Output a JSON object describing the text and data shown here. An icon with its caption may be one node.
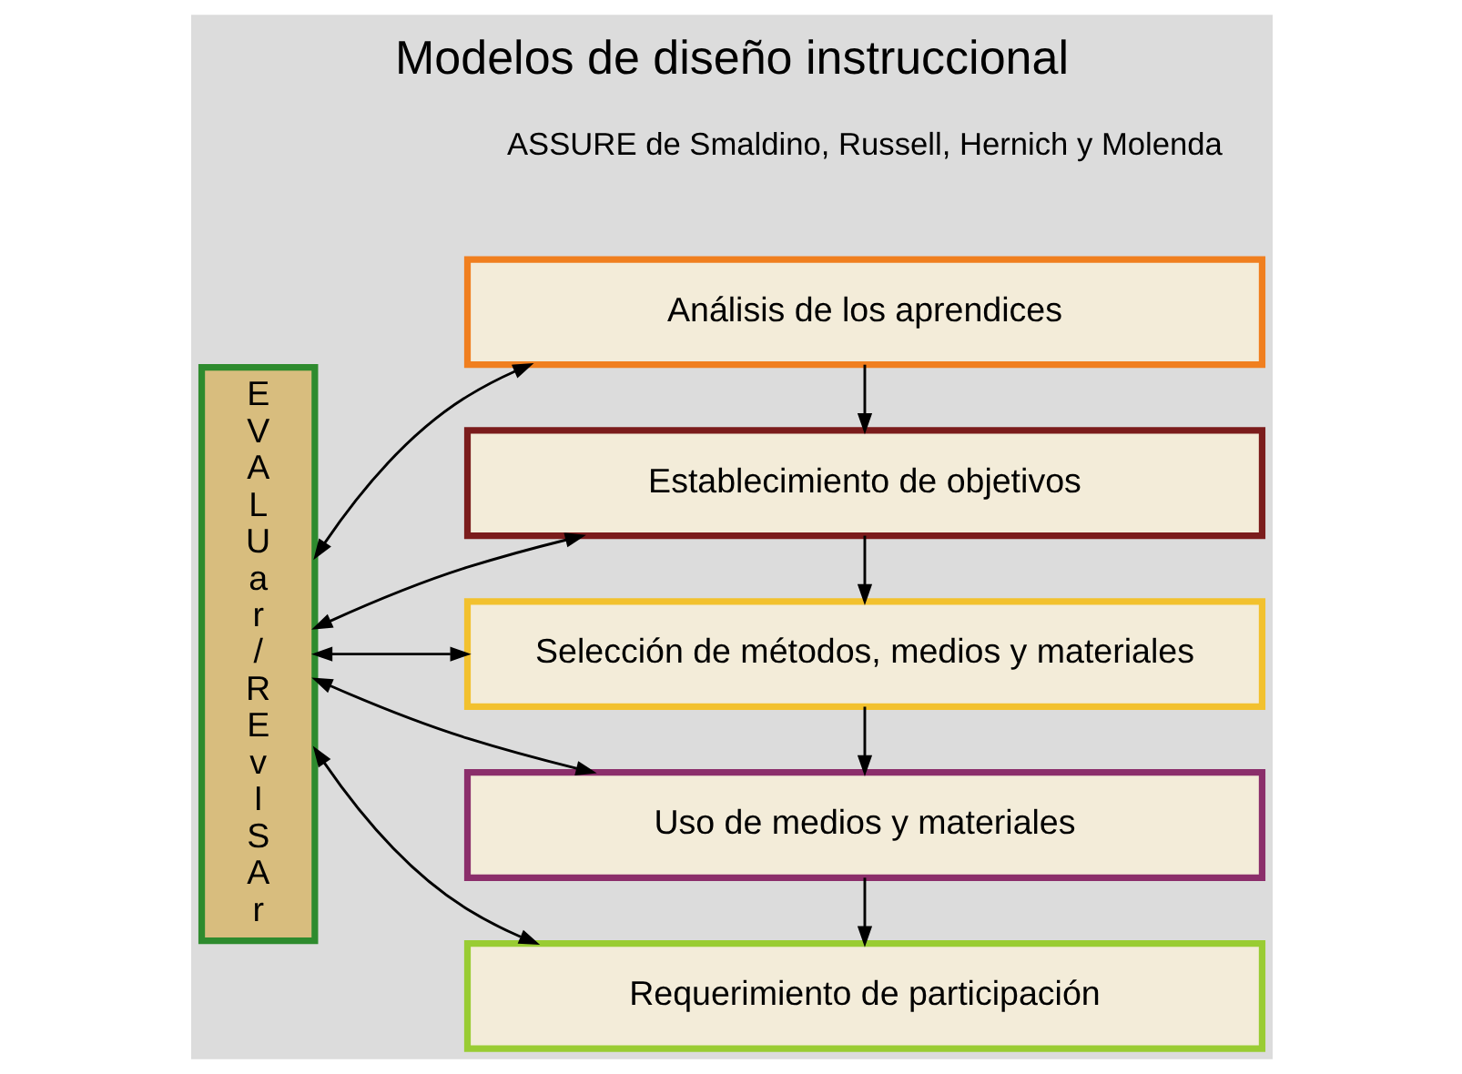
{
  "diagram": {
    "title": "Modelos de diseño instruccional",
    "nodes": [
      {
        "text": [
          "E V A L U a r / R E v I S A r"
        ]
      },
      {
        "text": [
          "Análisis de los aprendices"
        ]
      },
      {
        "text": [
          "Establecimiento de objetivos"
        ]
      },
      {
        "text": [
          "Selección de métodos, medios y materiales"
        ]
      },
      {
        "text": [
          "Uso de medios y materiales"
        ]
      },
      {
        "text": [
          "Requerimiento de participación"
        ]
      }
    ],
    "edges": [
      {
        "from": 0,
        "to": 1,
        "arrow": "both"
      },
      {
        "from": 0,
        "to": 2,
        "arrow": "both"
      },
      {
        "from": 0,
        "to": 3,
        "arrow": "both"
      },
      {
        "from": 0,
        "to": 4,
        "arrow": "both"
      },
      {
        "from": 0,
        "to": 5,
        "arrow": "both"
      },
      {
        "from": 1,
        "to": 2,
        "arrow": "to"
      },
      {
        "from": 2,
        "to": 3,
        "arrow": "to"
      },
      {
        "from": 3,
        "to": 4,
        "arrow": "to"
      },
      {
        "from": 4,
        "to": 5,
        "arrow": "to"
      }
    ],
    "labels": [
      "ASSURE de Smaldino, Russell, Hernich y Molenda"
    ]
  }
}
